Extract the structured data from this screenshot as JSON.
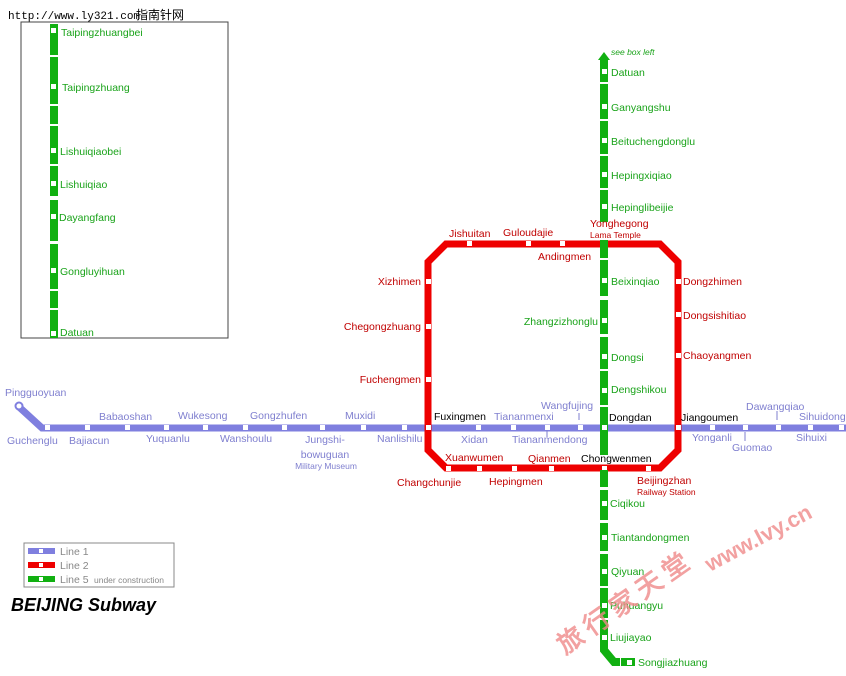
{
  "header": {
    "url": "http://www.ly321.com",
    "site_name": "指南针网"
  },
  "title": "BEIJING Subway",
  "colors": {
    "line1": "#7f7fdf",
    "line2": "#ee0000",
    "line5": "#11b011",
    "line1_text": "#7f7fcf",
    "line2_text": "#c00000",
    "line5_text": "#1aa31a"
  },
  "legend": [
    {
      "line": "line1",
      "label": "Line 1",
      "note": ""
    },
    {
      "line": "line2",
      "label": "Line 2",
      "note": ""
    },
    {
      "line": "line5",
      "label": "Line 5",
      "note": "under construction"
    }
  ],
  "inset": {
    "stations": [
      "Taipingzhuangbei",
      "Taipingzhuang",
      "Lishuiqiaobei",
      "Lishuiqiao",
      "Dayangfang",
      "Gongluyihuan",
      "Datuan"
    ]
  },
  "line5": {
    "arrow_note": "see box left",
    "stations": [
      "Datuan",
      "Ganyangshu",
      "Beituchengdonglu",
      "Hepingxiqiao",
      "Hepinglibeijie",
      "Beixinqiao",
      "Zhangzizhonglu",
      "Dongsi",
      "Dengshikou",
      "Ciqikou",
      "Tiantandongmen",
      "Qiyuan",
      "Puhuangyu",
      "Liujiayao",
      "Songjiazhuang"
    ]
  },
  "line2": {
    "stations": [
      "Jishuitan",
      "Guloudajie",
      "Andingmen",
      "Dongzhimen",
      "Dongsishitiao",
      "Chaoyangmen",
      "Xizhimen",
      "Chegongzhuang",
      "Fuchengmen",
      "Changchunjie",
      "Xuanwumen",
      "Hepingmen",
      "Qianmen",
      "Beijingzhan"
    ],
    "yonghegong": "Yonghegong",
    "yonghegong_sub": "Lama Temple",
    "beijingzhan_sub": "Railway Station"
  },
  "line1": {
    "stations": [
      "Pingguoyuan",
      "Guchenglu",
      "Bajiacun",
      "Babaoshan",
      "Yuquanlu",
      "Wukesong",
      "Wanshoulu",
      "Gongzhufen",
      "Jungshi-",
      "bowuguan",
      "Muxidi",
      "Nanlishilu",
      "Xidan",
      "Tiananmenxi",
      "Tiananmendong",
      "Wangfujing",
      "Yonganli",
      "Guomao",
      "Dawangqiao",
      "Sihuixi",
      "Sihuidong"
    ],
    "military_museum": "Military Museum"
  },
  "interchanges": {
    "fuxingmen": "Fuxingmen",
    "dongdan": "Dongdan",
    "jiangoumen": "Jiangoumen",
    "chongwenmen": "Chongwenmen"
  },
  "watermarks": {
    "site": "www.lvy.cn",
    "cn": "旅行家天堂"
  }
}
